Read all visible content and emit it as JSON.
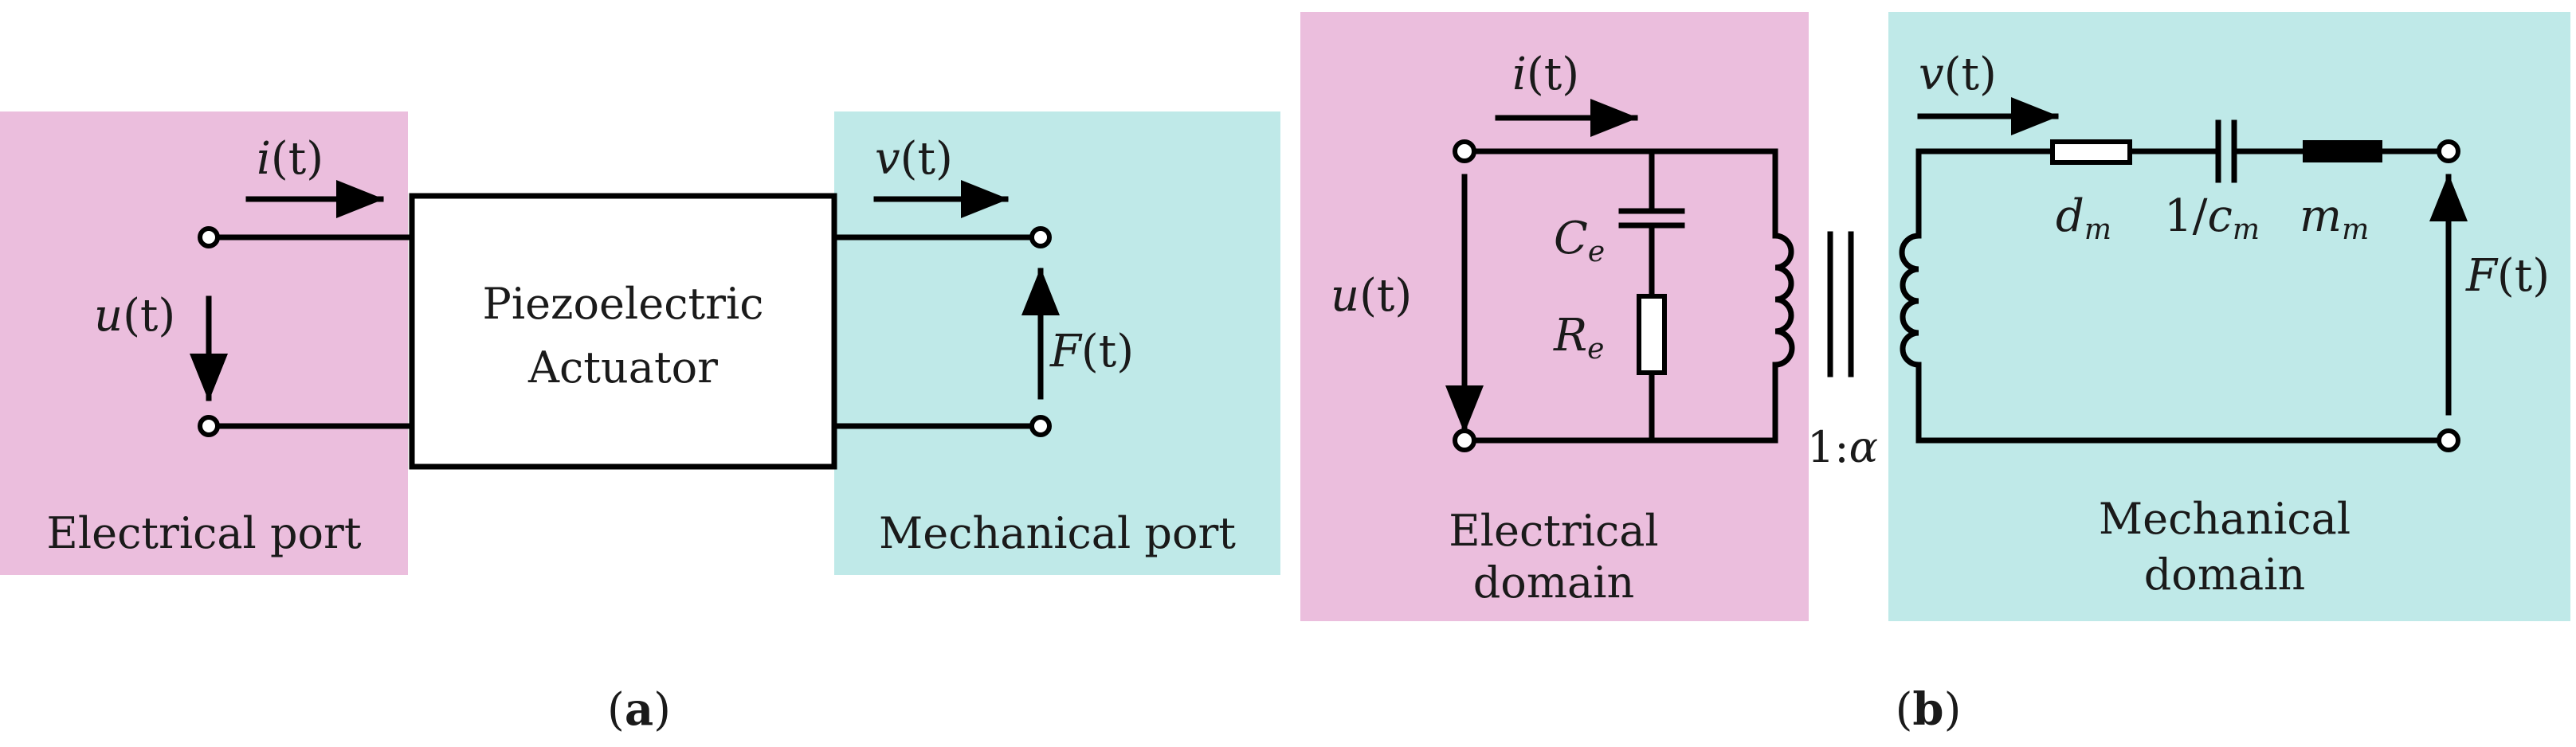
{
  "colors": {
    "electrical_bg": "#ebbedd",
    "mechanical_bg": "#bfe9e8",
    "line": "#000000"
  },
  "panel_a": {
    "block": {
      "line1": "Piezoelectric",
      "line2": "Actuator"
    },
    "current": {
      "sym": "i",
      "arg": "(t)"
    },
    "voltage": {
      "sym": "u",
      "arg": "(t)"
    },
    "velocity": {
      "sym": "v",
      "arg": "(t)"
    },
    "force": {
      "sym": "F",
      "arg": "(t)"
    },
    "electrical_port": "Electrical port",
    "mechanical_port": "Mechanical port",
    "caption": {
      "open": "(",
      "letter": "a",
      "close": ")"
    }
  },
  "panel_b": {
    "current": {
      "sym": "i",
      "arg": "(t)"
    },
    "voltage": {
      "sym": "u",
      "arg": "(t)"
    },
    "velocity": {
      "sym": "v",
      "arg": "(t)"
    },
    "force": {
      "sym": "F",
      "arg": "(t)"
    },
    "capacitor": {
      "sym": "C",
      "sub": "e"
    },
    "resistor": {
      "sym": "R",
      "sub": "e"
    },
    "ratio": {
      "prefix": "1:",
      "sym": "α"
    },
    "damper": {
      "sym": "d",
      "sub": "m"
    },
    "compliance": {
      "prefix": "1/",
      "sym": "c",
      "sub": "m"
    },
    "mass": {
      "sym": "m",
      "sub": "m"
    },
    "electrical_domain": {
      "line1": "Electrical",
      "line2": "domain"
    },
    "mechanical_domain": {
      "line1": "Mechanical",
      "line2": "domain"
    },
    "caption": {
      "open": "(",
      "letter": "b",
      "close": ")"
    }
  }
}
